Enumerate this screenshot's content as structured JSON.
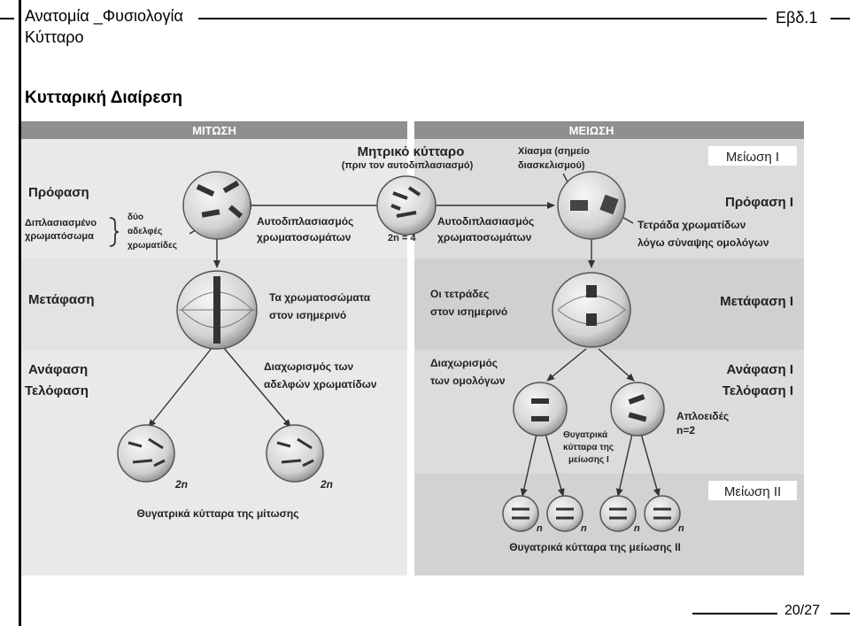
{
  "header": {
    "course": "Ανατομία _Φυσιολογία",
    "subtitle": "Κύτταρο",
    "week": "Εβδ.1"
  },
  "slide": {
    "title": "Κυτταρική Διαίρεση",
    "page": "20/27"
  },
  "figure": {
    "mitosis_header": "ΜΙΤΩΣΗ",
    "meiosis_header": "ΜΕΙΩΣΗ",
    "parent_cell": "Μητρικό κύτταρο",
    "parent_cell_note": "(πριν τον αυτοδιπλασιασμό)",
    "chiasma_line1": "Χίασμα (σημείο",
    "chiasma_line2": "διασκελισμού)",
    "meiosis_1": "Μείωση Ι",
    "prophase": "Πρόφαση",
    "prophase_1": "Πρόφαση Ι",
    "duplicated_line1": "Διπλασιασμένο",
    "duplicated_line2": "χρωματόσωμα",
    "two_sisters_line1": "δύο",
    "two_sisters_line2": "αδελφές",
    "two_sisters_line3": "χρωματίδες",
    "self_dup_line1": "Αυτοδιπλασιασμός",
    "self_dup_line2": "χρωματοσωμάτων",
    "ploidy_2n4": "2n = 4",
    "tetrad_line1": "Τετράδα χρωματίδων",
    "tetrad_line2": "λόγω σύναψης ομολόγων",
    "metaphase": "Μετάφαση",
    "metaphase_1": "Μετάφαση Ι",
    "chrom_equator_line1": "Τα χρωματοσώματα",
    "chrom_equator_line2": "στον ισημερινό",
    "tetrads_equator_line1": "Οι τετράδες",
    "tetrads_equator_line2": "στον ισημερινό",
    "anaphase": "Ανάφαση",
    "telophase": "Τελόφαση",
    "anaphase_1": "Ανάφαση Ι",
    "telophase_1": "Τελόφαση Ι",
    "sister_sep_line1": "Διαχωρισμός των",
    "sister_sep_line2": "αδελφών χρωματίδων",
    "homolog_sep_line1": "Διαχωρισμός",
    "homolog_sep_line2": "των ομολόγων",
    "haploid_line1": "Απλοειδές",
    "haploid_line2": "n=2",
    "daughters_m1_line1": "Θυγατρικά",
    "daughters_m1_line2": "κύτταρα της",
    "daughters_m1_line3": "μείωσης Ι",
    "label_2n": "2n",
    "label_n": "n",
    "meiosis_2": "Μείωση ΙΙ",
    "mitosis_daughters": "Θυγατρικά κύτταρα της μίτωσης",
    "meiosis2_daughters": "Θυγατρικά κύτταρα της μείωσης ΙΙ"
  }
}
